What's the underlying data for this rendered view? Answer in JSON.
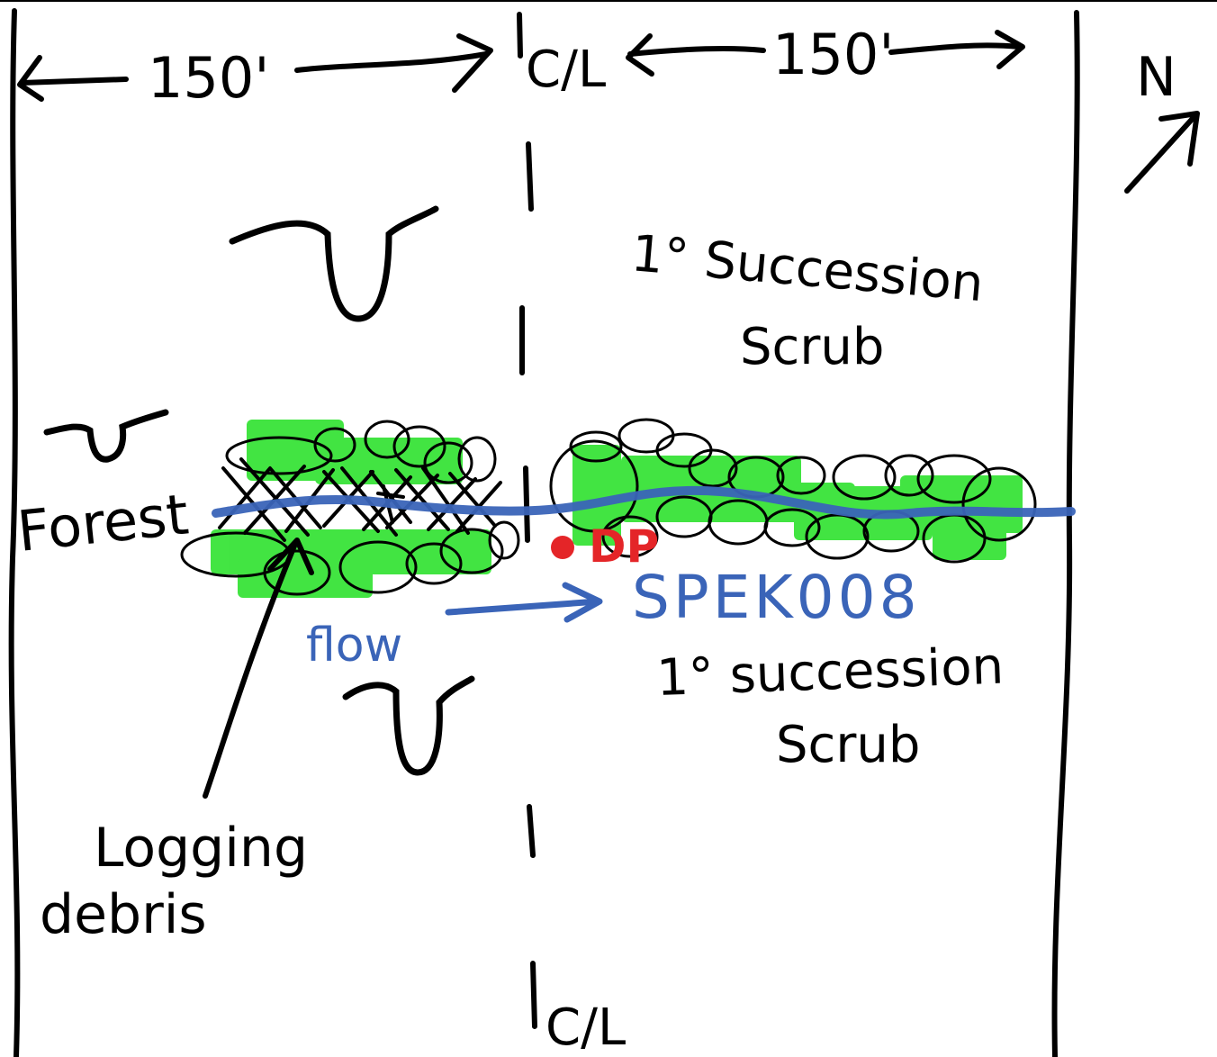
{
  "dimensions": {
    "left_width": "150'",
    "right_width": "150'",
    "centerline_top": "C/L",
    "centerline_bottom": "C/L"
  },
  "north_arrow": {
    "label": "N",
    "icon": "north-arrow-icon"
  },
  "labels": {
    "forest": "Forest",
    "succession_north_line1": "1° Succession",
    "succession_north_line2": "Scrub",
    "succession_south_line1": "1° succession",
    "succession_south_line2": "Scrub",
    "flow": "flow",
    "stream_id": "SPEK008",
    "point": "DP",
    "debris_line1": "Logging",
    "debris_line2": "debris"
  },
  "colors": {
    "ink": "#000000",
    "stream": "#3a64b8",
    "vegetation_highlight": "#22e022",
    "point": "#e42528"
  },
  "symbols": [
    "upland-symbol",
    "upland-symbol",
    "upland-symbol"
  ]
}
